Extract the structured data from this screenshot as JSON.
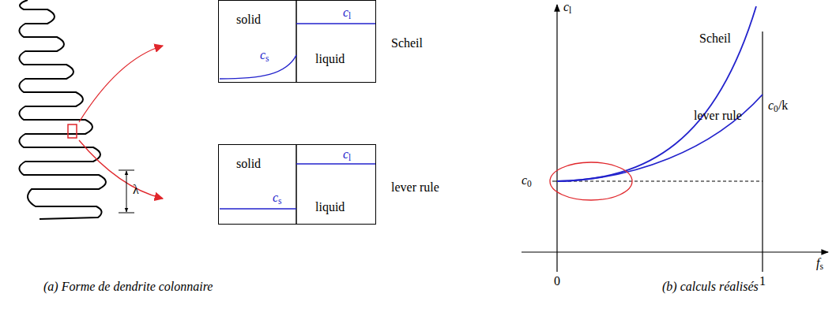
{
  "diagram": {
    "nodes": [
      {
        "text": [
          "solid",
          "cl",
          "cs",
          "liquid",
          "Scheil"
        ]
      },
      {
        "text": [
          "solid",
          "cl",
          "cs",
          "liquid",
          "lever rule"
        ]
      }
    ],
    "labels": [
      "λ",
      "cl",
      "c0",
      "Scheil",
      "lever rule",
      "c0/k",
      "fs",
      "0",
      "1",
      "(a) Forme de dendrite colonnaire",
      "(b) calculs réalisés"
    ]
  }
}
